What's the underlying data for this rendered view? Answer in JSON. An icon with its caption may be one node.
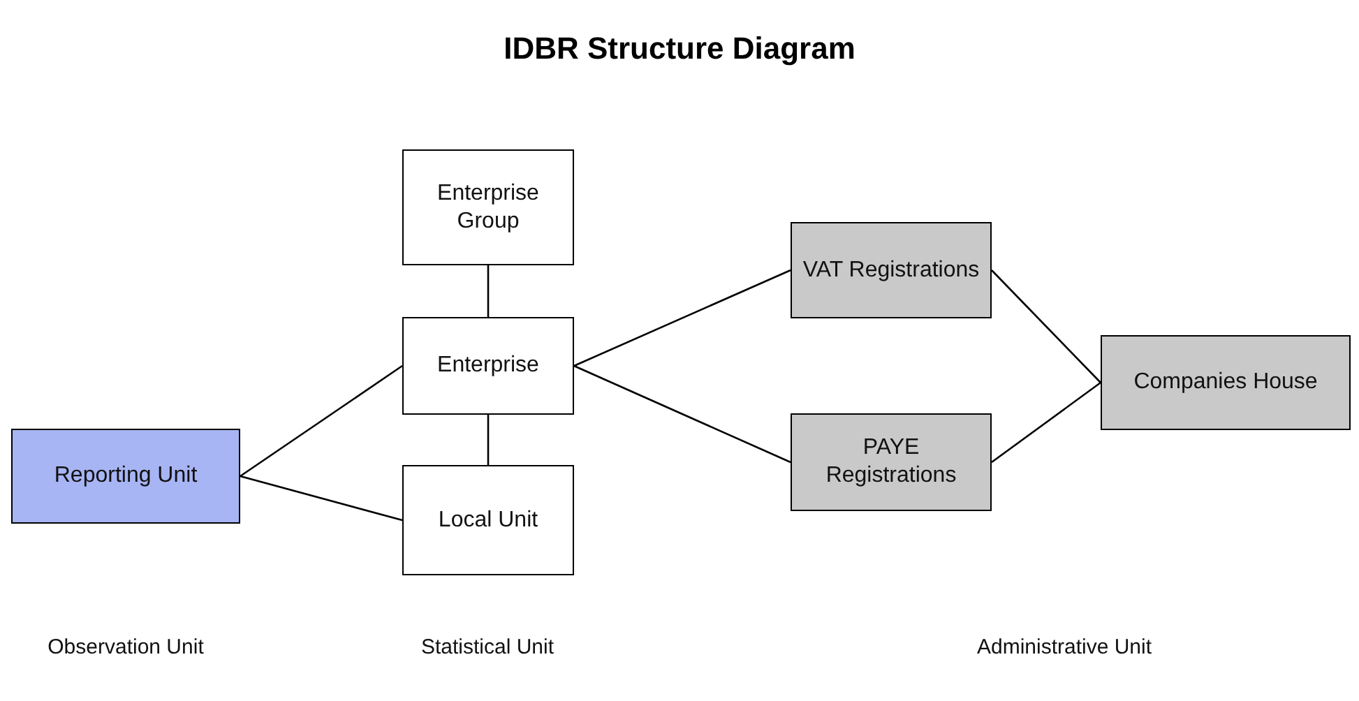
{
  "diagram": {
    "title": "IDBR Structure Diagram",
    "nodes": [
      {
        "text": [
          "Enterprise Group"
        ]
      },
      {
        "text": [
          "Enterprise"
        ]
      },
      {
        "text": [
          "Reporting Unit"
        ]
      },
      {
        "text": [
          "Local Unit"
        ]
      },
      {
        "text": [
          "VAT Registrations"
        ]
      },
      {
        "text": [
          "PAYE Registrations"
        ]
      },
      {
        "text": [
          "Companies House"
        ]
      }
    ],
    "edges": [
      {
        "from": 0,
        "to": 1,
        "arrow": "none"
      },
      {
        "from": 2,
        "to": 1,
        "arrow": "none"
      },
      {
        "from": 1,
        "to": 3,
        "arrow": "none"
      },
      {
        "from": 2,
        "to": 3,
        "arrow": "none"
      },
      {
        "from": 1,
        "to": 4,
        "arrow": "none"
      },
      {
        "from": 1,
        "to": 5,
        "arrow": "none"
      },
      {
        "from": 4,
        "to": 6,
        "arrow": "none"
      },
      {
        "from": 5,
        "to": 6,
        "arrow": "none"
      }
    ],
    "labels": [
      "Observation Unit",
      "Statistical Unit",
      "Administrative Unit"
    ]
  }
}
